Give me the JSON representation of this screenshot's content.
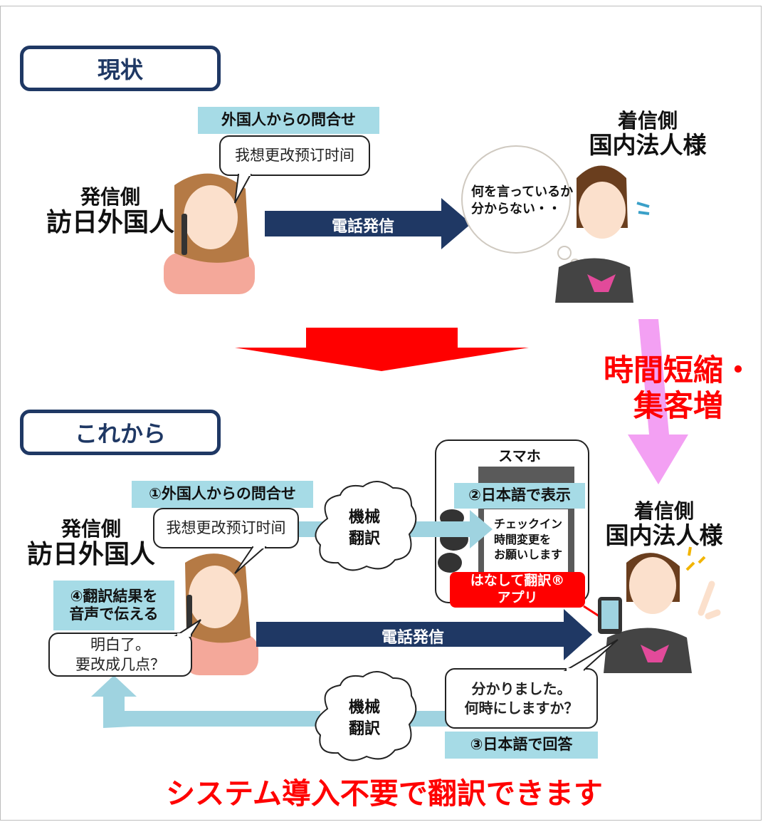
{
  "current": {
    "tag": "現状",
    "inquiry_label": "外国人からの問合せ",
    "caller_speech": "我想更改预订时间",
    "caller_label_line1": "発信側",
    "caller_label_line2": "訪日外国人",
    "call_arrow_label": "電話発信",
    "receiver_thought_line1": "何を言っているか",
    "receiver_thought_line2": "分からない・・",
    "receiver_label_line1": "着信側",
    "receiver_label_line2": "国内法人様"
  },
  "benefit": {
    "line1": "時間短縮・",
    "line2": "集客増"
  },
  "future": {
    "tag": "これから",
    "step1_label": "①外国人からの問合せ",
    "caller_speech": "我想更改预订时间",
    "caller_label_line1": "発信側",
    "caller_label_line2": "訪日外国人",
    "translate_cloud_line1": "機械",
    "translate_cloud_line2": "翻訳",
    "phone_title": "スマホ",
    "step2_label": "②日本語で表示",
    "phone_text_line1": "チェックイン",
    "phone_text_line2": "時間変更を",
    "phone_text_line3": "お願いします",
    "app_line1": "はなして翻訳®",
    "app_line2": "アプリ",
    "receiver_label_line1": "着信側",
    "receiver_label_line2": "国内法人様",
    "step4_line1": "④翻訳結果を",
    "step4_line2": "音声で伝える",
    "caller_reply_line1": "明白了。",
    "caller_reply_line2": "要改成几点？",
    "call_arrow_label": "電話発信",
    "receiver_reply_line1": "分かりました。",
    "receiver_reply_line2": "何時にしますか？",
    "step3_label": "③日本語で回答",
    "translate_cloud2_line1": "機械",
    "translate_cloud2_line2": "翻訳"
  },
  "footer": "システム導入不要で翻訳できます",
  "colors": {
    "navy": "#1f3864",
    "cyan": "#a6dbe6",
    "red": "#ff0000",
    "pink": "#f29bf2",
    "arrow_blue": "#9fd3e0"
  }
}
